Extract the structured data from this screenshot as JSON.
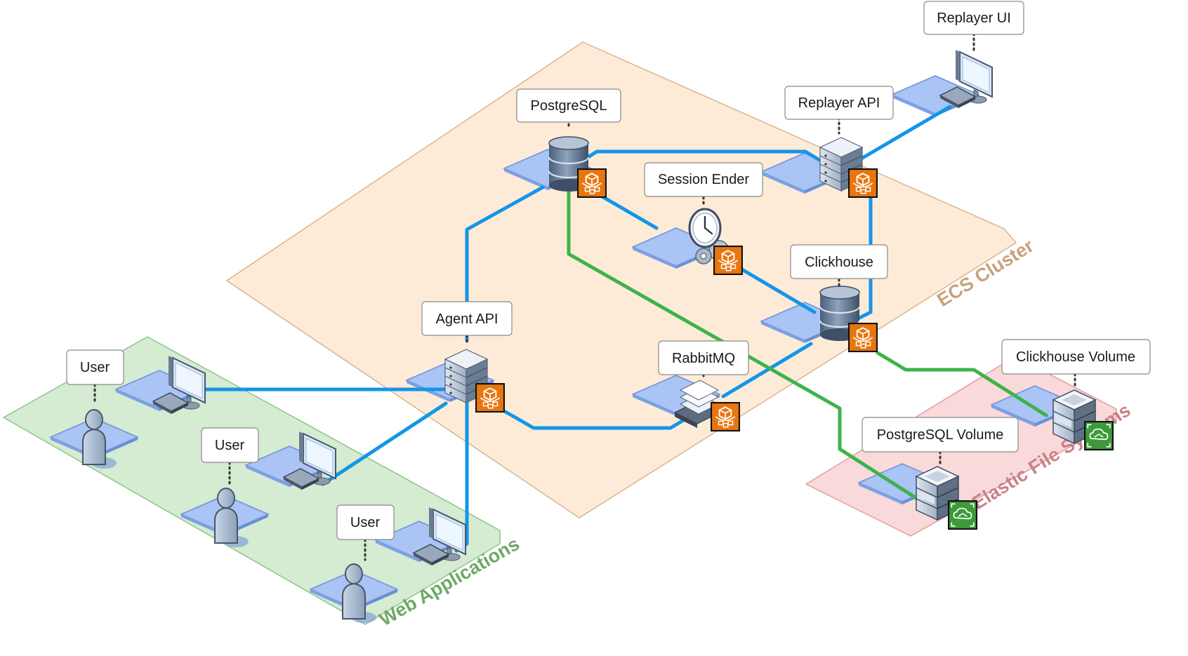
{
  "zones": [
    {
      "id": "ecs",
      "label": "ECS Cluster",
      "fill": "#fdebd8",
      "stroke": "#d9b48f",
      "text_color": "#c8a27a"
    },
    {
      "id": "web",
      "label": "Web Applications",
      "fill": "#d5ebd2",
      "stroke": "#8fc48a",
      "text_color": "#6fa868"
    },
    {
      "id": "efs",
      "label": "Elastic File Systems",
      "fill": "#f9d9da",
      "stroke": "#df9ea2",
      "text_color": "#c98288"
    }
  ],
  "nodes": [
    {
      "id": "postgresql",
      "label": "PostgreSQL",
      "icon": "database-icon",
      "badge": "fargate-icon"
    },
    {
      "id": "replayer-api",
      "label": "Replayer API",
      "icon": "server-icon",
      "badge": "fargate-icon"
    },
    {
      "id": "replayer-ui",
      "label": "Replayer UI",
      "icon": "monitor-icon"
    },
    {
      "id": "session-ender",
      "label": "Session Ender",
      "icon": "clock-gear-icon",
      "badge": "fargate-icon"
    },
    {
      "id": "clickhouse",
      "label": "Clickhouse",
      "icon": "database-icon",
      "badge": "fargate-icon"
    },
    {
      "id": "agent-api",
      "label": "Agent API",
      "icon": "server-icon",
      "badge": "fargate-icon"
    },
    {
      "id": "rabbitmq",
      "label": "RabbitMQ",
      "icon": "queue-icon",
      "badge": "fargate-icon"
    },
    {
      "id": "clickhouse-volume",
      "label": "Clickhouse Volume",
      "icon": "storage-icon",
      "badge": "efs-icon"
    },
    {
      "id": "postgresql-volume",
      "label": "PostgreSQL Volume",
      "icon": "storage-icon",
      "badge": "efs-icon"
    },
    {
      "id": "user-1",
      "label": "User",
      "icon": "user-icon"
    },
    {
      "id": "user-2",
      "label": "User",
      "icon": "user-icon"
    },
    {
      "id": "user-3",
      "label": "User",
      "icon": "user-icon"
    },
    {
      "id": "webapp-1",
      "icon": "monitor-icon"
    },
    {
      "id": "webapp-2",
      "icon": "monitor-icon"
    },
    {
      "id": "webapp-3",
      "icon": "monitor-icon"
    }
  ],
  "connections": [
    {
      "from": "postgresql",
      "to": "replayer-api",
      "color": "#1296e8"
    },
    {
      "from": "postgresql",
      "to": "session-ender",
      "color": "#1296e8"
    },
    {
      "from": "postgresql",
      "to": "agent-api",
      "color": "#1296e8"
    },
    {
      "from": "replayer-api",
      "to": "replayer-ui",
      "color": "#1296e8"
    },
    {
      "from": "replayer-api",
      "to": "clickhouse",
      "color": "#1296e8"
    },
    {
      "from": "session-ender",
      "to": "clickhouse",
      "color": "#1296e8"
    },
    {
      "from": "clickhouse",
      "to": "rabbitmq",
      "color": "#1296e8"
    },
    {
      "from": "agent-api",
      "to": "rabbitmq",
      "color": "#1296e8"
    },
    {
      "from": "agent-api",
      "to": "webapp-1",
      "color": "#1296e8"
    },
    {
      "from": "agent-api",
      "to": "webapp-2",
      "color": "#1296e8"
    },
    {
      "from": "agent-api",
      "to": "webapp-3",
      "color": "#1296e8"
    },
    {
      "from": "postgresql",
      "to": "postgresql-volume",
      "color": "#3db34a"
    },
    {
      "from": "clickhouse",
      "to": "clickhouse-volume",
      "color": "#3db34a"
    }
  ]
}
